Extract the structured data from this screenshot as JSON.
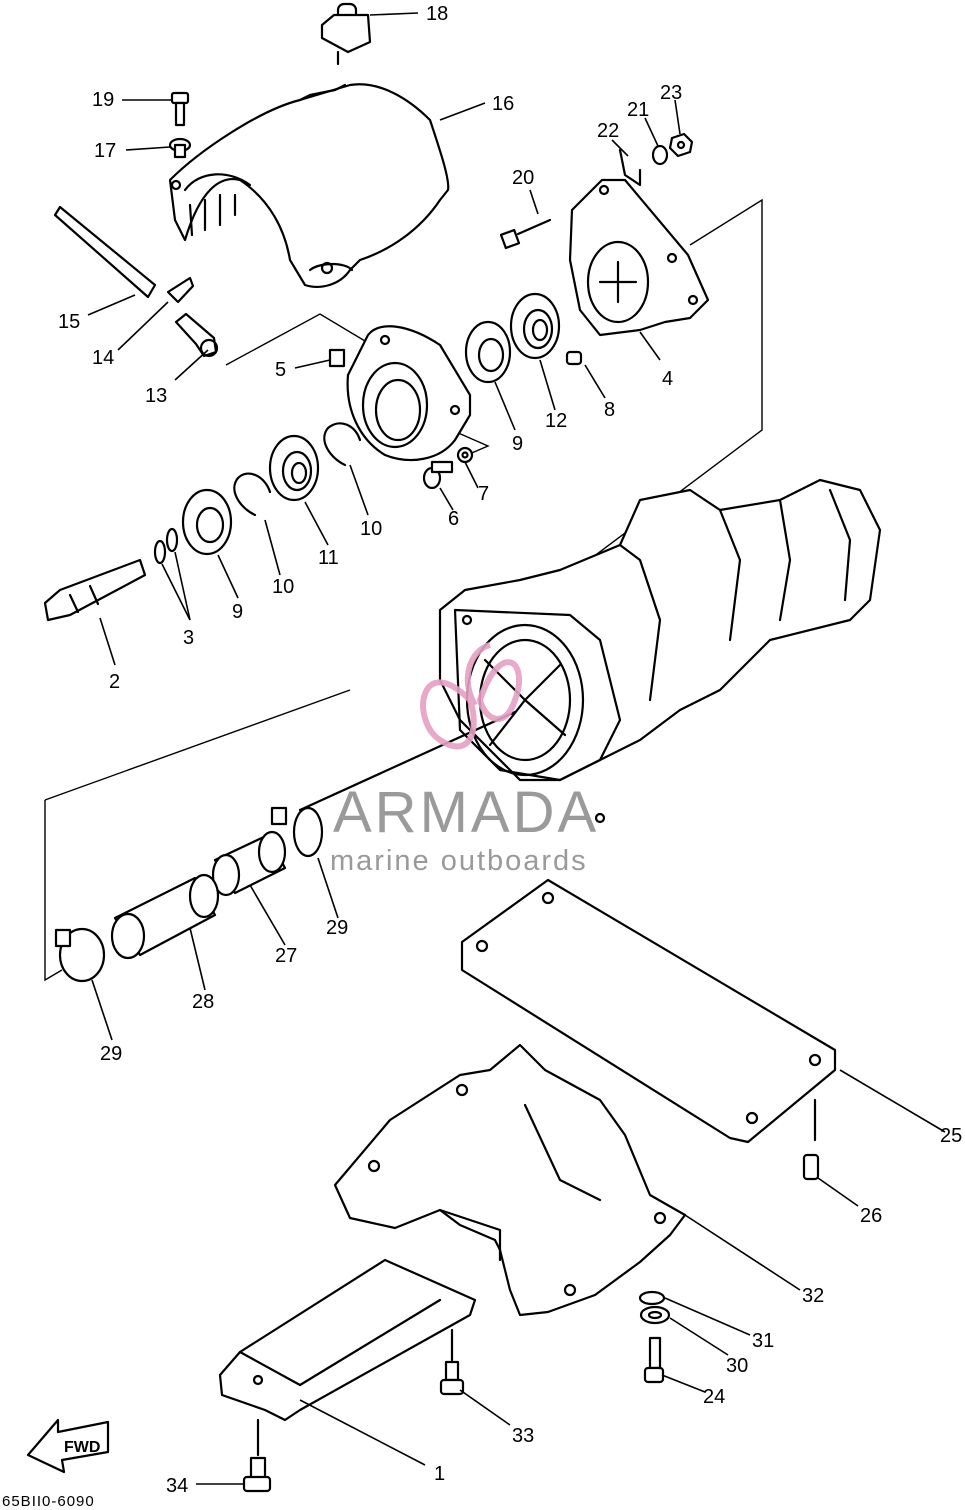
{
  "diagram": {
    "callouts": {
      "c1": "1",
      "c2": "2",
      "c3": "3",
      "c4": "4",
      "c5": "5",
      "c6": "6",
      "c7": "7",
      "c8": "8",
      "c9a": "9",
      "c9b": "9",
      "c10a": "10",
      "c10b": "10",
      "c11": "11",
      "c12": "12",
      "c13": "13",
      "c14": "14",
      "c15": "15",
      "c16": "16",
      "c17": "17",
      "c18": "18",
      "c19": "19",
      "c20": "20",
      "c21": "21",
      "c22": "22",
      "c23": "23",
      "c24": "24",
      "c25": "25",
      "c26": "26",
      "c27": "27",
      "c28": "28",
      "c29a": "29",
      "c29b": "29",
      "c30": "30",
      "c31": "31",
      "c32": "32",
      "c33": "33",
      "c34": "34"
    },
    "drawing_code": "65BII0-6090",
    "fwd_arrow_label": "FWD"
  },
  "watermark": {
    "brand": "ARMADA",
    "tagline": "marine outboards",
    "logo_color": "#e6a0c4",
    "text_color": "#9a9a9a"
  }
}
